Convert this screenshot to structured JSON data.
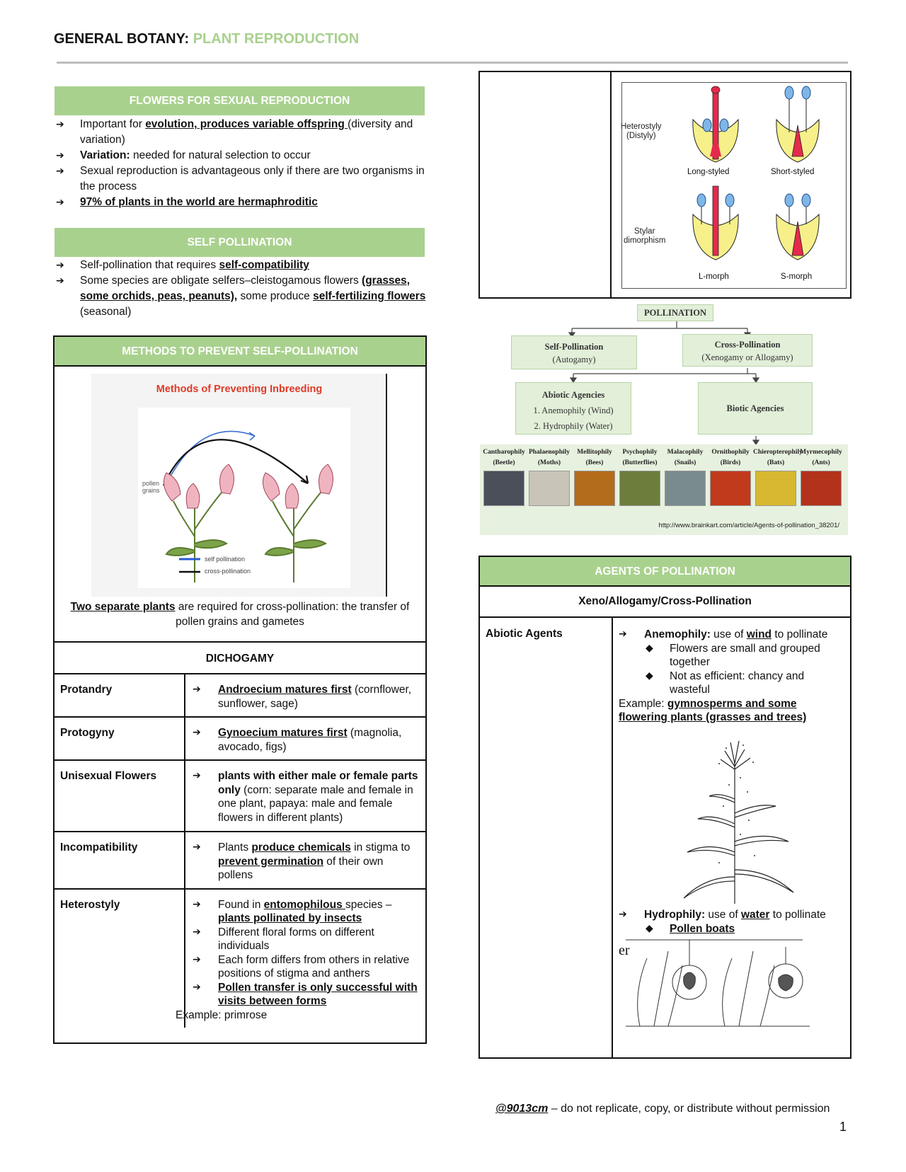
{
  "header": {
    "title_main": "GENERAL BOTANY:",
    "title_accent": "PLANT REPRODUCTION"
  },
  "flowers": {
    "band": "FLOWERS FOR SEXUAL REPRODUCTION",
    "b1_pre": "Important for ",
    "b1_u": "evolution, produces variable offspring ",
    "b1_post": " (diversity and variation)",
    "b2_b": "Variation:",
    "b2_post": " needed for natural selection to occur",
    "b3": "Sexual reproduction is advantageous only if there are two organisms in the process",
    "b4_u": "97% of plants in the world are hermaphroditic"
  },
  "selfpol": {
    "band": "SELF POLLINATION",
    "b1_pre": "Self-pollination that requires ",
    "b1_u": "self-compatibility",
    "b2_pre": "Some species are obligate selfers–cleistogamous flowers ",
    "b2_u": "(grasses, some orchids, peas, peanuts),",
    "b2_mid": " some produce ",
    "b2_u2": "self-fertilizing flowers",
    "b2_post": " (seasonal)"
  },
  "methods": {
    "band": "METHODS TO PREVENT SELF-POLLINATION",
    "fig_title": "Methods of Preventing Inbreeding",
    "fig_pollen": "pollen",
    "fig_grains": "grains",
    "fig_self": "self pollination",
    "fig_cross": "cross-pollination",
    "caption_u": "Two separate plants",
    "caption_post": " are required for cross-pollination: the transfer of pollen grains and gametes",
    "dichogamy": "DICHOGAMY",
    "rows": {
      "protandry": {
        "label": "Protandry",
        "u": "Androecium matures first",
        "post": " (cornflower, sunflower, sage)"
      },
      "protogyny": {
        "label": "Protogyny",
        "u": "Gynoecium matures first",
        "post": " (magnolia, avocado, figs)"
      },
      "unisexual": {
        "label": "Unisexual Flowers",
        "b": "plants with either male or female parts only",
        "post": " (corn: separate male and female in one plant, papaya: male and female flowers in different plants)"
      },
      "incompat": {
        "label": "Incompatibility",
        "pre": "Plants ",
        "u1": "produce chemicals",
        "mid": " in stigma to ",
        "u2": "prevent germination",
        "post": " of their own pollens"
      },
      "hetero": {
        "label": "Heterostyly",
        "b1_pre": "Found in ",
        "b1_u": "entomophilous ",
        "b1_mid": " species – ",
        "b1_u2": "plants pollinated by insects",
        "b2": "Different floral forms on different individuals",
        "b3": "Each form differs from others in relative positions of stigma and anthers",
        "b4_u": "Pollen transfer is only successful with visits between forms",
        "example": "Example: primrose"
      }
    }
  },
  "heterofig": {
    "lab_hetero1": "Heterostyly",
    "lab_hetero2": "(Distyly)",
    "lab_stylar1": "Stylar",
    "lab_stylar2": "dimorphism",
    "long": "Long-styled",
    "short": "Short-styled",
    "lmorph": "L-morph",
    "smorph": "S-morph"
  },
  "polchart": {
    "root": "POLLINATION",
    "self": "Self-Pollination",
    "self_sub": "(Autogamy)",
    "cross": "Cross-Pollination",
    "cross_sub": "(Xenogamy or Allogamy)",
    "abiotic": "Abiotic Agencies",
    "abiotic1": "1. Anemophily (Wind)",
    "abiotic2": "2. Hydrophily (Water)",
    "biotic": "Biotic Agencies",
    "agents": [
      {
        "name": "Cantharophily",
        "sub": "(Beetle)",
        "color": "#4a4f5a"
      },
      {
        "name": "Phalaenophily",
        "sub": "(Moths)",
        "color": "#c8c4b8"
      },
      {
        "name": "Mellitophily",
        "sub": "(Bees)",
        "color": "#b36b1c"
      },
      {
        "name": "Psychophily",
        "sub": "(Butterflies)",
        "color": "#6c7d3c"
      },
      {
        "name": "Malacophily",
        "sub": "(Snails)",
        "color": "#7a8b8f"
      },
      {
        "name": "Ornithophily",
        "sub": "(Birds)",
        "color": "#c23a1c"
      },
      {
        "name": "Chieropterophily",
        "sub": "(Bats)",
        "color": "#d7b830"
      },
      {
        "name": "Myrmecophily",
        "sub": "(Ants)",
        "color": "#b3321b"
      }
    ],
    "url": "http://www.brainkart.com/article/Agents-of-pollination_38201/"
  },
  "agents": {
    "band": "AGENTS OF POLLINATION",
    "sub": "Xeno/Allogamy/Cross-Pollination",
    "abiotic_label": "Abiotic Agents",
    "anemo_b": "Anemophily:",
    "anemo_mid": " use of ",
    "anemo_u": "wind",
    "anemo_post": " to pollinate",
    "d1": "Flowers are small and grouped together",
    "d2": "Not as efficient: chancy and wasteful",
    "ex_pre": "Example: ",
    "ex_u": "gymnosperms and some flowering plants (grasses and trees)",
    "hydro_b": "Hydrophily:",
    "hydro_mid": " use of ",
    "hydro_u": "water",
    "hydro_post": " to pollinate",
    "d3_u": "Pollen boats",
    "fig_er": "er"
  },
  "footer": {
    "handle": "@9013cm",
    "text": " – do not replicate, copy, or distribute without permission",
    "page": "1"
  }
}
